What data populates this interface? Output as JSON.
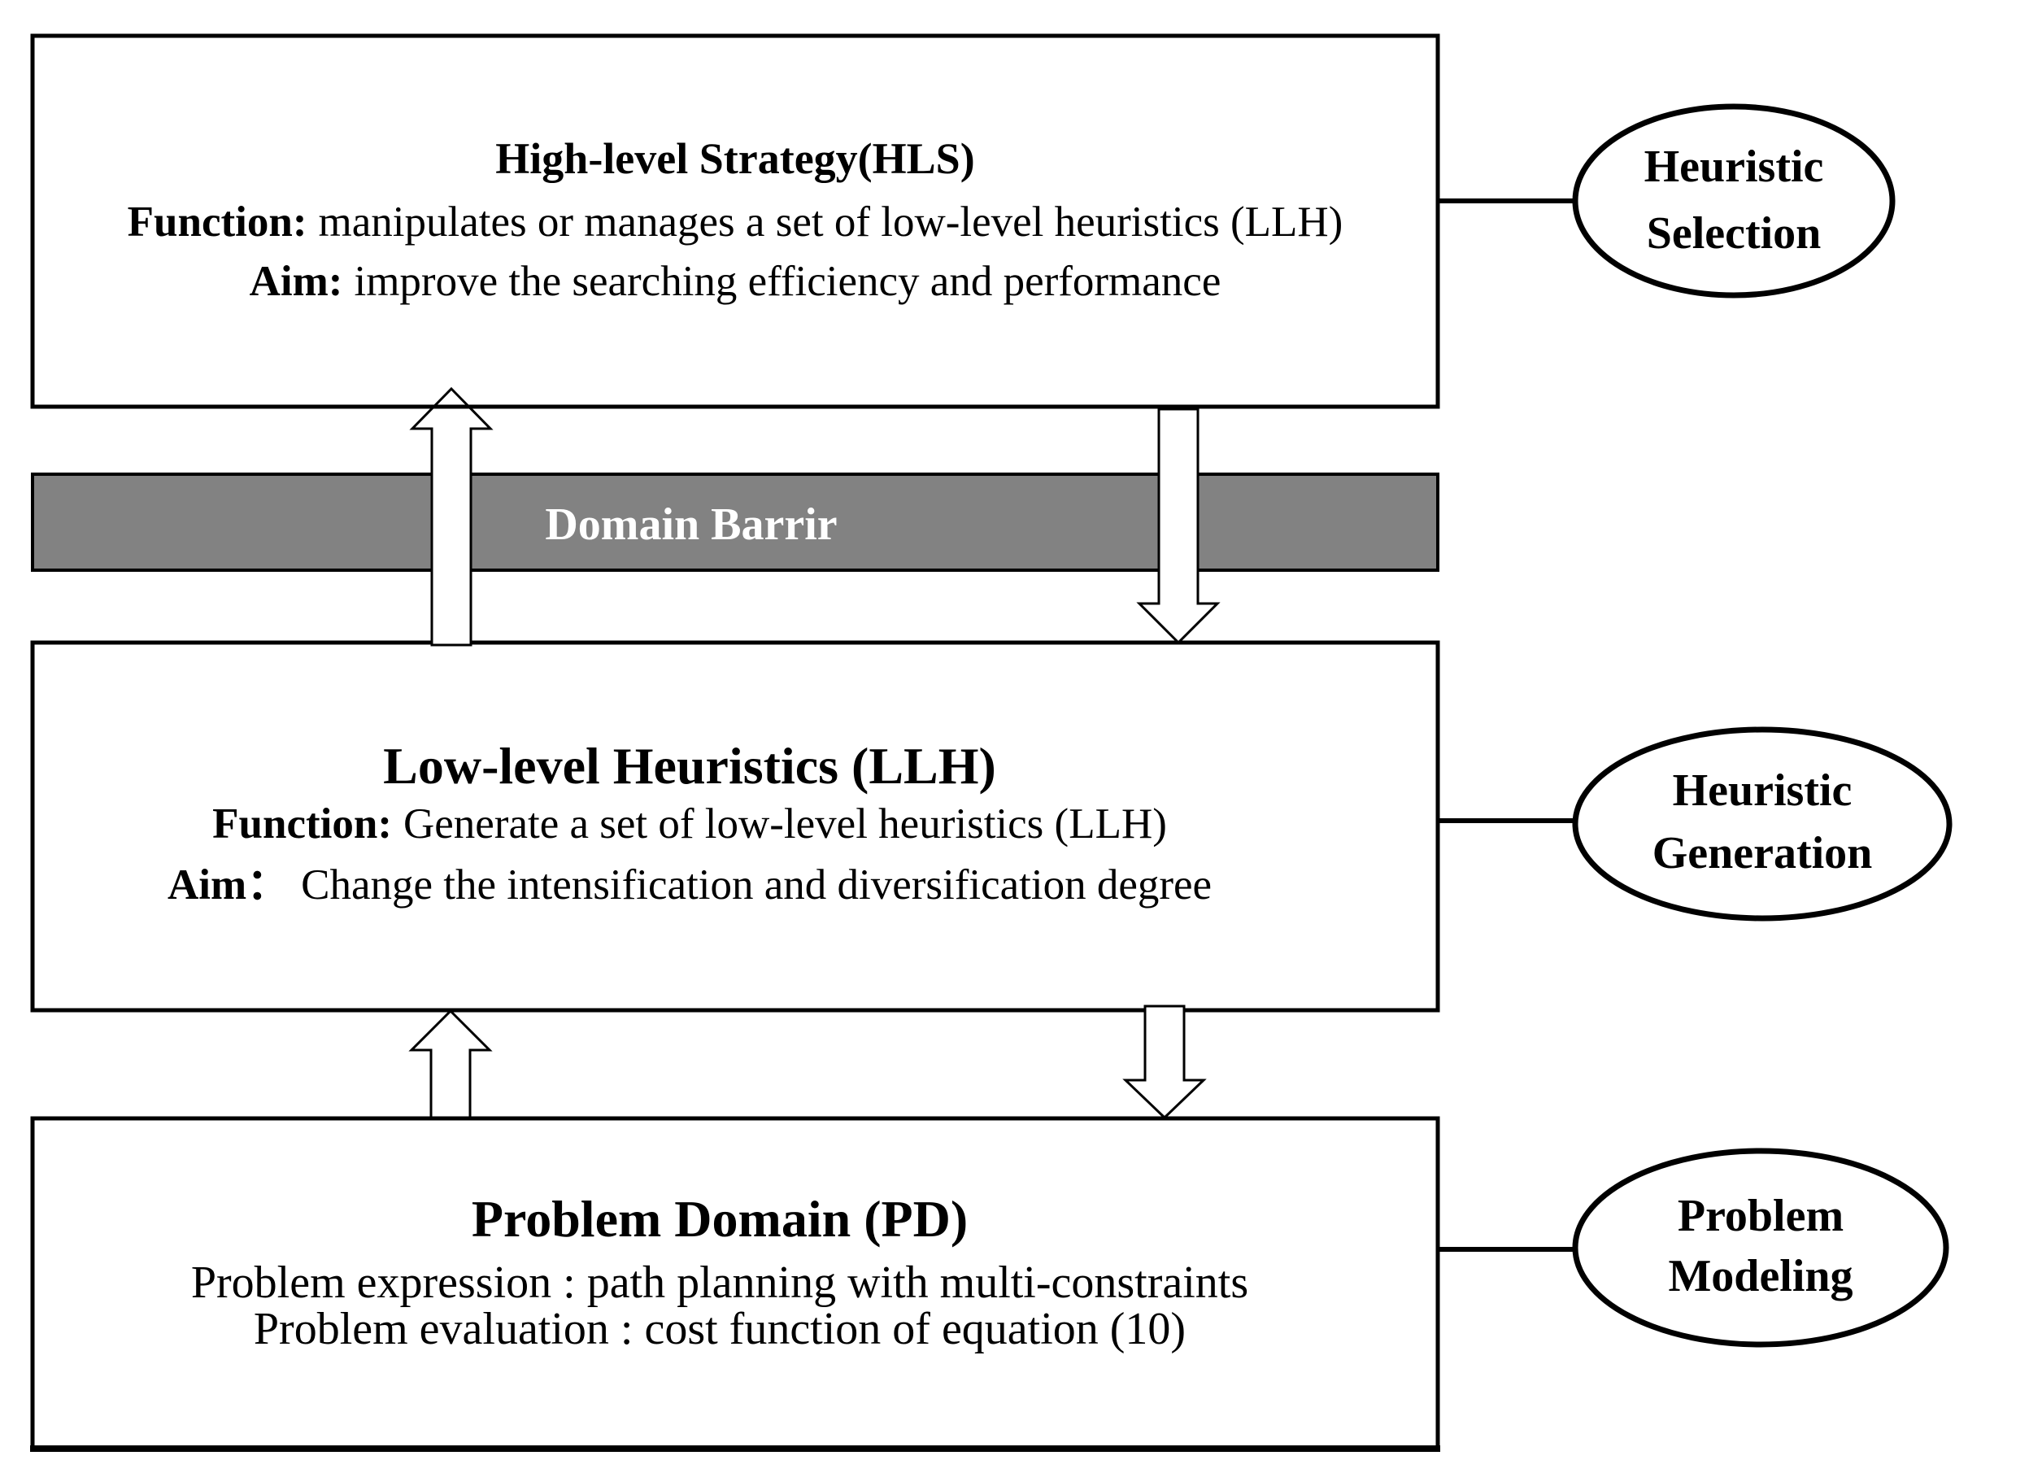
{
  "diagram": {
    "description": "Hyper-heuristic framework diagram with three stacked boxes, a domain barrier bar, vertical exchange arrows and three side ellipses"
  },
  "colors": {
    "ink": "#000000",
    "background": "#ffffff",
    "barrier_fill": "#828282",
    "barrier_text": "#ffffff"
  },
  "boxes": {
    "hls": {
      "title": "High-level Strategy(HLS)",
      "function_label": "Function:",
      "function_text": "manipulates or manages a set of low-level heuristics (LLH)",
      "aim_label": "Aim:",
      "aim_text": "improve the searching efficiency and performance"
    },
    "llh": {
      "title": "Low-level Heuristics (LLH)",
      "function_label": "Function:",
      "function_text": "Generate a set of low-level heuristics (LLH)",
      "aim_label": "Aim：",
      "aim_text": "Change the intensification and diversification degree"
    },
    "pd": {
      "title": "Problem Domain (PD)",
      "line1": "Problem expression : path planning with multi-constraints",
      "line2": "Problem evaluation : cost function of equation (10)"
    }
  },
  "barrier": {
    "label": "Domain Barrir",
    "fill": "#828282"
  },
  "ellipses": [
    {
      "line1": "Heuristic",
      "line2": "Selection"
    },
    {
      "line1": "Heuristic",
      "line2": "Generation"
    },
    {
      "line1": "Problem",
      "line2": "Modeling"
    }
  ]
}
